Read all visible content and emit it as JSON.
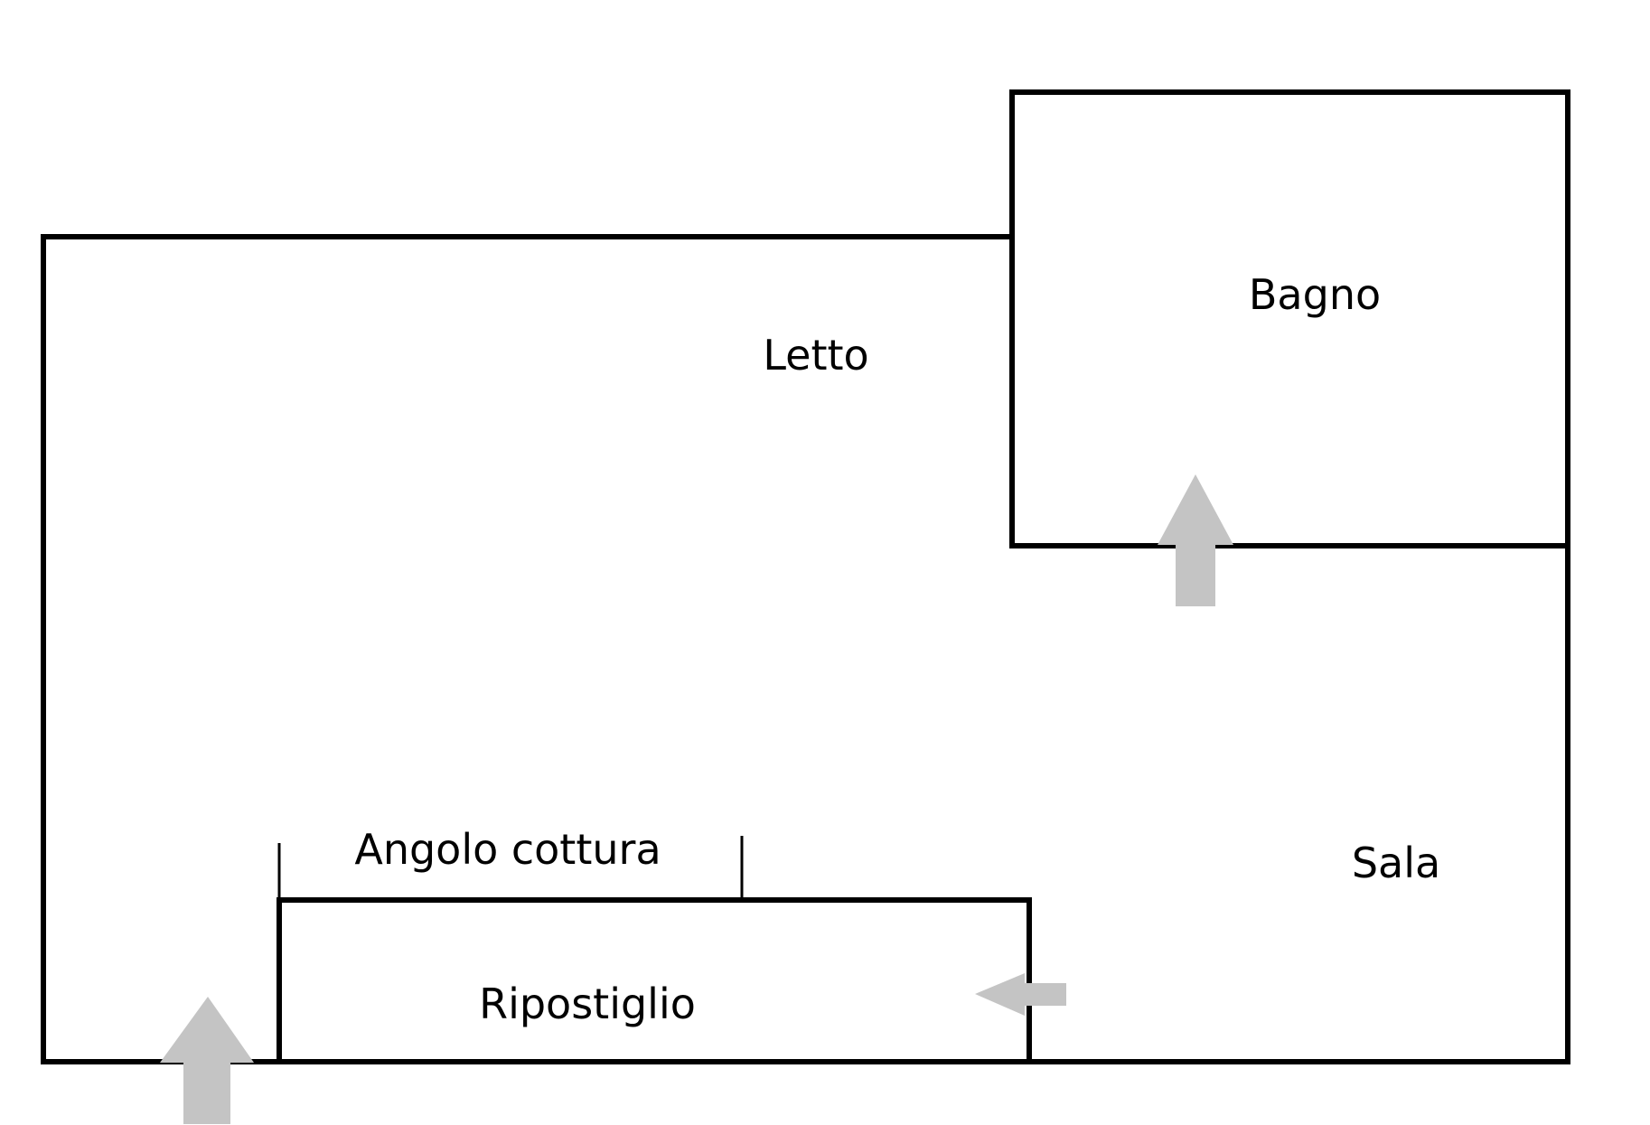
{
  "rooms": {
    "letto": {
      "label": "Letto"
    },
    "bagno": {
      "label": "Bagno"
    },
    "angolo_cottura": {
      "label": "Angolo cottura"
    },
    "ripostiglio": {
      "label": "Ripostiglio"
    },
    "sala": {
      "label": "Sala"
    }
  },
  "colors": {
    "living_area_fill": "#FCFBC0",
    "bathroom_fill": "#9BD8EA",
    "storage_fill": "#FFFFFF",
    "wall": "#000000",
    "arrow": "#C4C4C4"
  },
  "icons": {
    "entrance": "entrance-arrow-icon",
    "bathroom_door": "bathroom-door-arrow-icon",
    "storage_door": "storage-door-arrow-icon"
  }
}
